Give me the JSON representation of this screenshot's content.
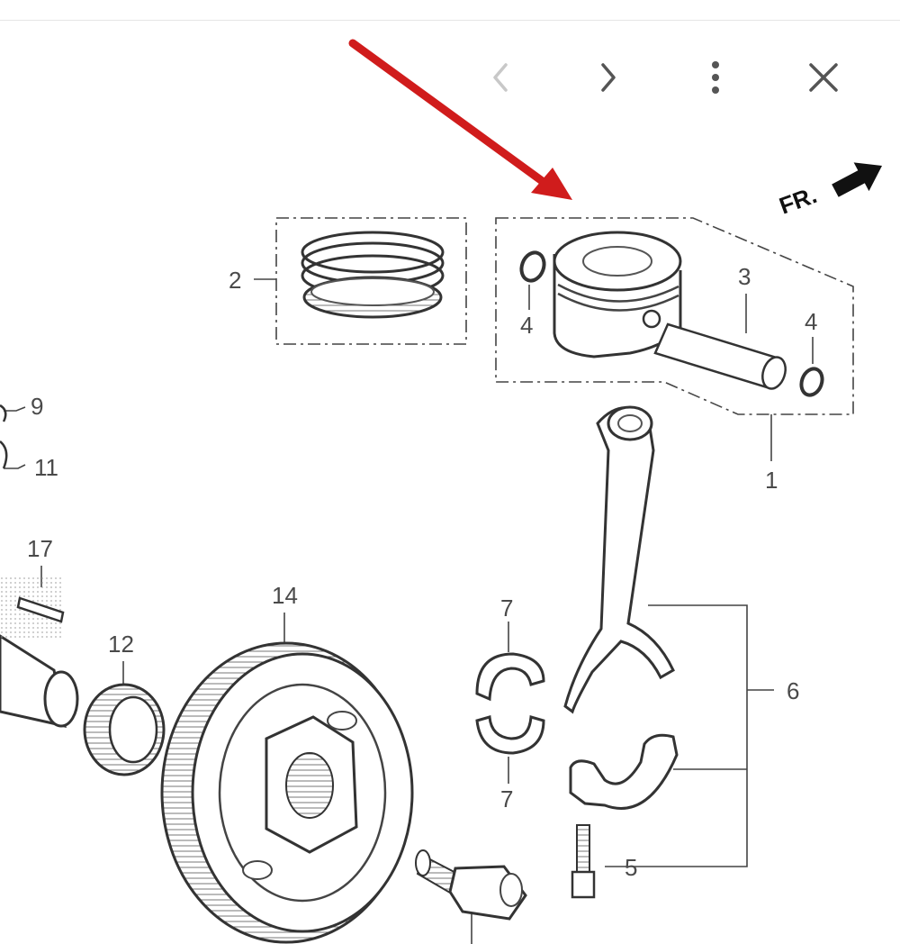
{
  "viewer": {
    "controls": {
      "prev_icon": "chevron-left-icon",
      "next_icon": "chevron-right-icon",
      "more_icon": "more-vertical-icon",
      "close_icon": "close-icon"
    }
  },
  "diagram": {
    "direction_label": "FR.",
    "callouts": {
      "c1": "1",
      "c2": "2",
      "c3": "3",
      "c4a": "4",
      "c4b": "4",
      "c5": "5",
      "c6": "6",
      "c7a": "7",
      "c7b": "7",
      "c9": "9",
      "c11": "11",
      "c12": "12",
      "c14": "14",
      "c17": "17"
    },
    "colors": {
      "arrow": "#d01c1c",
      "line": "#333333",
      "label": "#4a4a4a"
    }
  }
}
